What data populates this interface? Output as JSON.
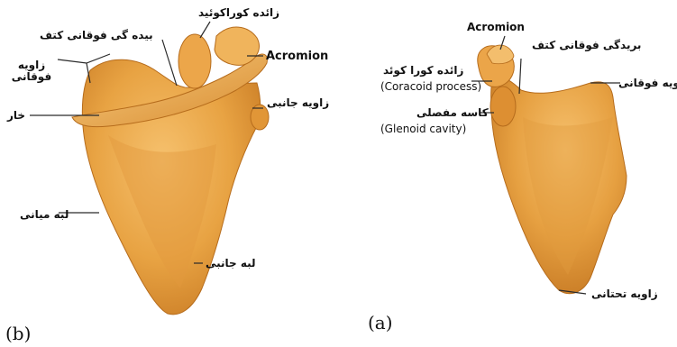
{
  "figures": {
    "b": {
      "caption": "(b)",
      "labels": {
        "coracoid": "زائده کوراکوئید",
        "suprascapular_notch": "بیده گی فوقانی کتف",
        "acromion": "Acromion",
        "superior_angle": "زاویه فوقانی",
        "lateral_angle": "زاویه جانبی",
        "spine": "خار",
        "medial_border": "لبه میانی",
        "lateral_border": "لبه جانبی"
      }
    },
    "a": {
      "caption": "(a)",
      "labels": {
        "acromion": "Acromion",
        "suprascapular_notch": "بریدگی فوقانی کتف",
        "coracoid_fa": "زائده کورا کوئد",
        "coracoid_en": "(Coracoid process)",
        "superior_angle": "زاویه فوقانی",
        "glenoid_fa": "کاسه مفصلی",
        "glenoid_en": "(Glenoid cavity)",
        "inferior_angle": "زاویه تحتانی"
      }
    }
  },
  "colors": {
    "bone_light": "#f2b15a",
    "bone_mid": "#e39a3a",
    "bone_dark": "#c97a22",
    "bone_shadow": "#b56a1b"
  }
}
